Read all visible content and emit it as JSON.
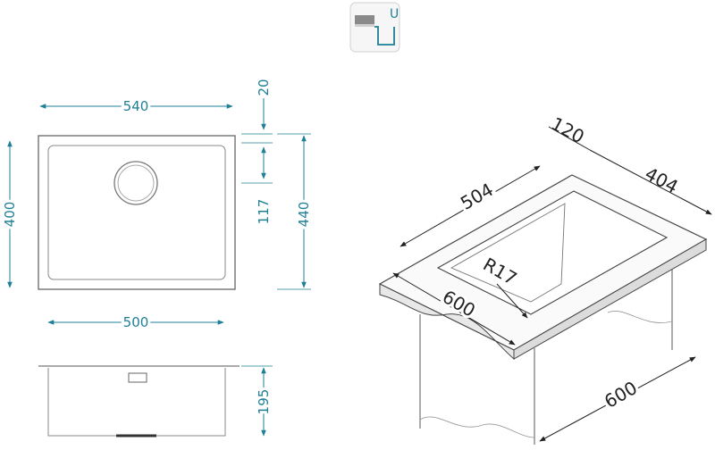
{
  "mount_icon": {
    "label": "U",
    "accent": "#1e7f95",
    "icon": "undermount-icon"
  },
  "top_view": {
    "width_outer": "540",
    "rim": "20",
    "height_outer": "400",
    "drain_offset": "117",
    "height_total": "440",
    "width_inner": "500"
  },
  "side_view": {
    "depth": "195"
  },
  "iso_view": {
    "back_depth": "120",
    "cut_depth": "404",
    "cut_width": "504",
    "radius": "R17",
    "front_width": "600",
    "cabinet_width": "600"
  },
  "colors": {
    "accent": "#1e7f95",
    "line": "#555555",
    "text": "#222222"
  }
}
